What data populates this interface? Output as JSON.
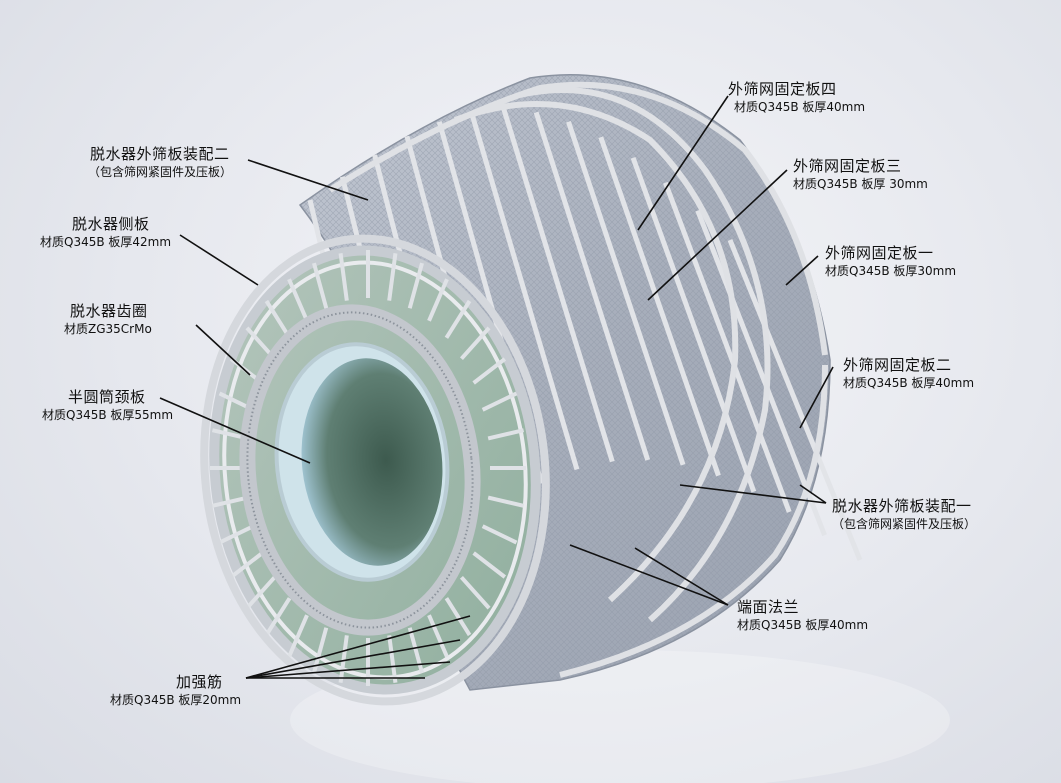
{
  "colors": {
    "background": "#e6e8ee",
    "steel": "#c9ccd2",
    "mesh": "#a9b0bd",
    "inner_glass": "#cfe3ea",
    "rib_green": "#7aa58c",
    "leader": "#111111"
  },
  "labels": {
    "outer_plate_assembly_2": {
      "title": "脱水器外筛板装配二",
      "sub": "（包含筛网紧固件及压板）"
    },
    "side_plate": {
      "title": "脱水器侧板",
      "sub": "材质Q345B  板厚42mm"
    },
    "gear_ring": {
      "title": "脱水器齿圈",
      "sub": "材质ZG35CrMo"
    },
    "half_cylinder_neck": {
      "title": "半圆筒颈板",
      "sub": "材质Q345B 板厚55mm"
    },
    "stiffener": {
      "title": "加强筋",
      "sub": "材质Q345B 板厚20mm"
    },
    "fix_plate_4": {
      "title": "外筛网固定板四",
      "sub": "材质Q345B  板厚40mm"
    },
    "fix_plate_3": {
      "title": "外筛网固定板三",
      "sub": "材质Q345B 板厚 30mm"
    },
    "fix_plate_1": {
      "title": "外筛网固定板一",
      "sub": "材质Q345B 板厚30mm"
    },
    "fix_plate_2": {
      "title": "外筛网固定板二",
      "sub": "材质Q345B 板厚40mm"
    },
    "outer_plate_assembly_1": {
      "title": "脱水器外筛板装配一",
      "sub": "（包含筛网紧固件及压板）"
    },
    "end_flange": {
      "title": "端面法兰",
      "sub": "材质Q345B 板厚40mm"
    }
  }
}
